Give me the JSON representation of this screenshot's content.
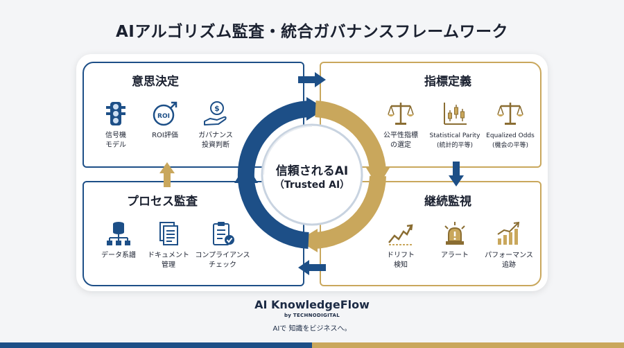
{
  "title": "AIアルゴリズム監査・統合ガバナンスフレームワーク",
  "center": {
    "line1": "信頼されるAI",
    "line2": "（Trusted AI）"
  },
  "quadrants": {
    "decision": {
      "heading": "意思決定",
      "items": [
        {
          "label": "信号機\nモデル",
          "icon": "traffic-light-icon"
        },
        {
          "label": "ROI評価",
          "icon": "roi-icon",
          "icon_text": "ROI"
        },
        {
          "label": "ガバナンス\n投資判断",
          "icon": "investment-hand-icon"
        }
      ]
    },
    "metrics": {
      "heading": "指標定義",
      "items": [
        {
          "label": "公平性指標\nの選定",
          "icon": "scales-icon"
        },
        {
          "label": "Statistical Parity\n(統計的平等)",
          "icon": "candlestick-chart-icon"
        },
        {
          "label": "Equalized Odds\n(機会の平等)",
          "icon": "scales-icon"
        }
      ]
    },
    "process": {
      "heading": "プロセス監査",
      "items": [
        {
          "label": "データ系譜",
          "icon": "database-lineage-icon"
        },
        {
          "label": "ドキュメント\n管理",
          "icon": "documents-icon"
        },
        {
          "label": "コンプライアンス\nチェック",
          "icon": "compliance-clipboard-icon"
        }
      ]
    },
    "monitoring": {
      "heading": "継続監視",
      "items": [
        {
          "label": "ドリフト\n検知",
          "icon": "drift-trend-icon"
        },
        {
          "label": "アラート",
          "icon": "alert-light-icon"
        },
        {
          "label": "パフォーマンス\n追跡",
          "icon": "bar-growth-icon"
        }
      ]
    }
  },
  "brand": {
    "name": "AI KnowledgeFlow",
    "by": "by TECHNODIGITAL",
    "tagline": "AIで 知識をビジネスへ。"
  },
  "colors": {
    "navy": "#1d4f87",
    "gold": "#c9a75c",
    "text": "#1b2130"
  }
}
